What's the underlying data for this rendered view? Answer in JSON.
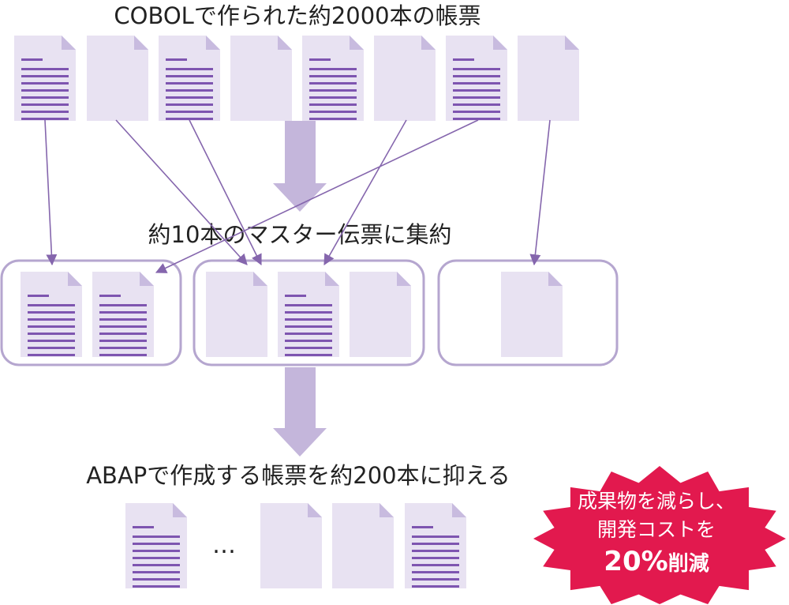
{
  "titles": {
    "top": "COBOLで作られた約2000本の帳票",
    "middle": "約10本のマスター伝票に集約",
    "bottom": "ABAPで作成する帳票を約200本に抑える"
  },
  "ellipsis": "…",
  "badge": {
    "line1": "成果物を減らし、",
    "line2": "開発コストを",
    "number": "20%",
    "suffix": "削減"
  },
  "colors": {
    "doc_fill": "#e8e2f2",
    "doc_fold": "#c8bbdf",
    "doc_line": "#7e55b0",
    "arrow": "#8566ad",
    "big_arrow": "#c4b6db",
    "group_border": "#b5a6cf",
    "badge": "#e2194e"
  },
  "icons": [
    "document-icon"
  ]
}
